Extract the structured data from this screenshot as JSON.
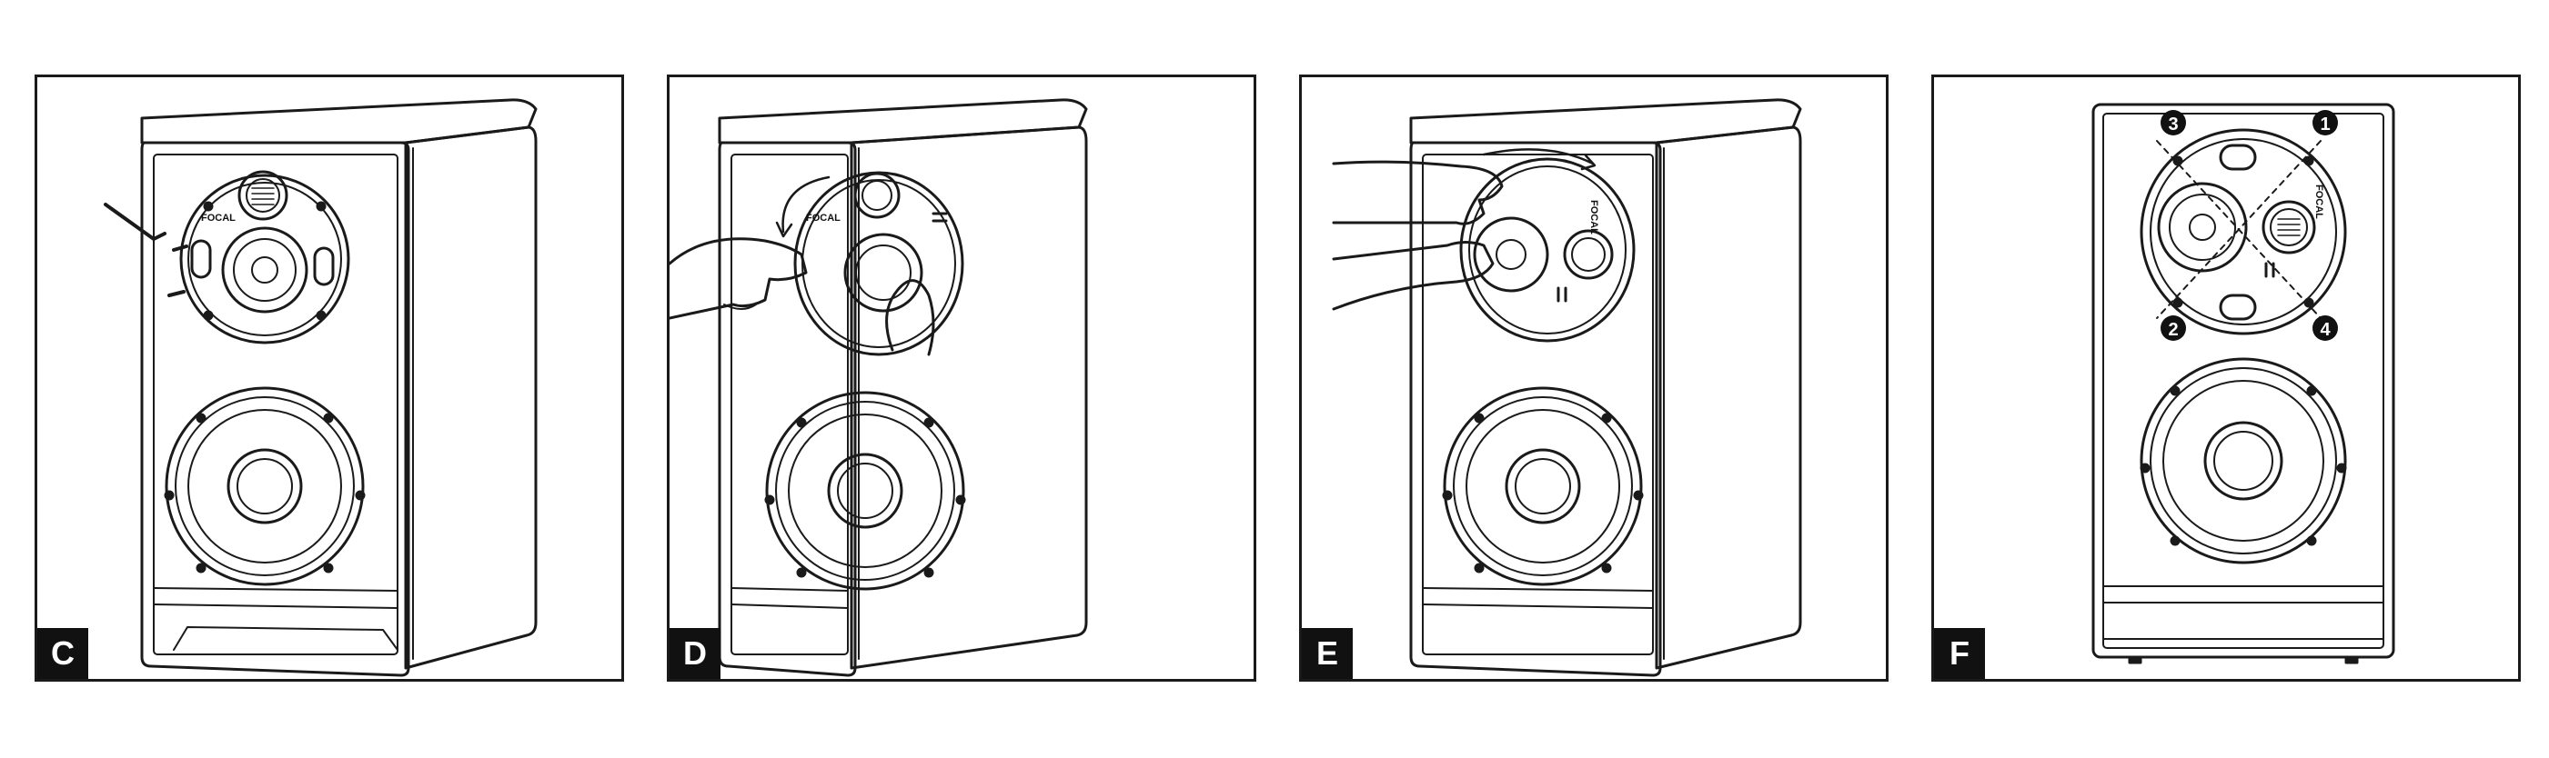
{
  "steps": [
    {
      "label": "C",
      "brand": "FOCAL"
    },
    {
      "label": "D",
      "brand": "FOCAL"
    },
    {
      "label": "E",
      "brand": "FOCAL"
    },
    {
      "label": "F",
      "brand": "FOCAL"
    }
  ],
  "screw_numbers": [
    "1",
    "2",
    "3",
    "4"
  ],
  "colors": {
    "ink": "#111111",
    "background": "#ffffff"
  }
}
